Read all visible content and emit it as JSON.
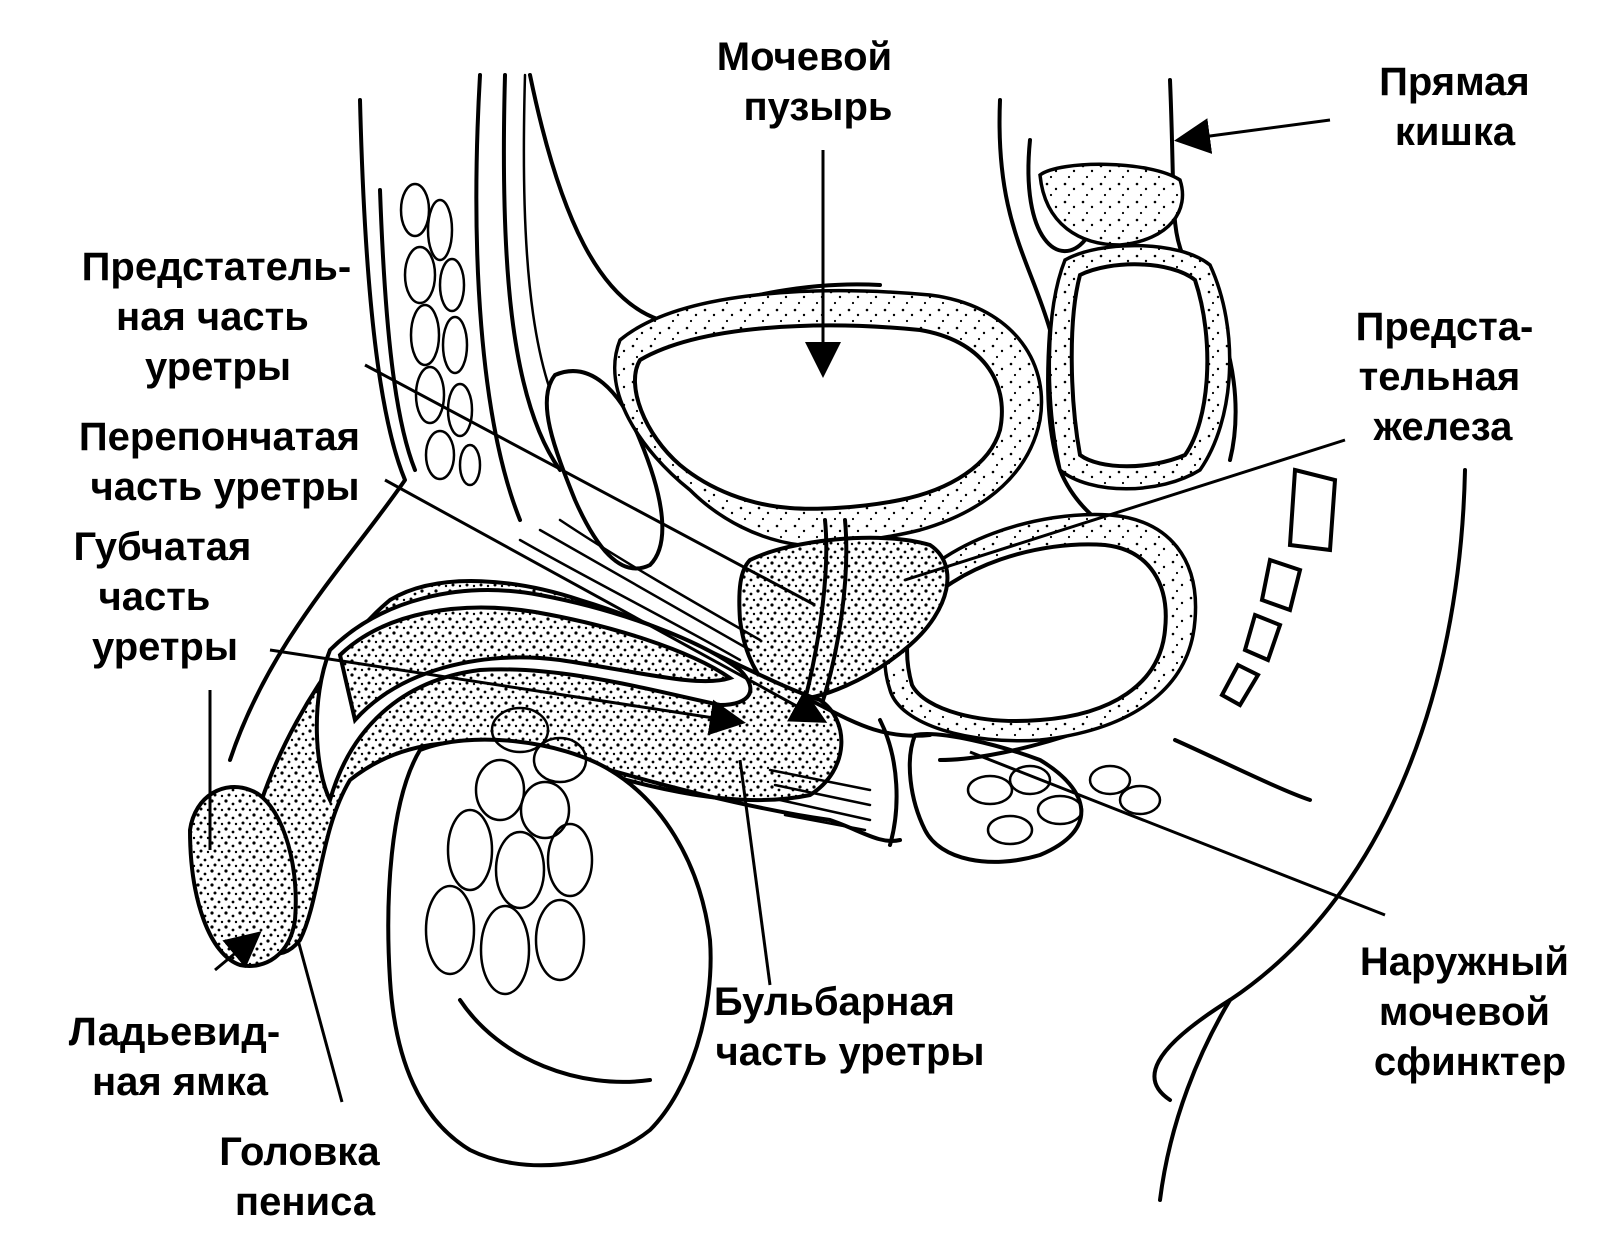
{
  "labels": {
    "bladder": [
      "Мочевой",
      "пузырь"
    ],
    "rectum": [
      "Прямая",
      "кишка"
    ],
    "prostatic_urethra": [
      "Предстатель-",
      "ная часть",
      "уретры"
    ],
    "prostate": [
      "Предста-",
      "тельная",
      "железа"
    ],
    "membranous_urethra": [
      "Перепончатая",
      "часть уретры"
    ],
    "spongy_urethra": [
      "Губчатая",
      "часть",
      "уретры"
    ],
    "navicular_fossa": [
      "Ладьевид-",
      "ная ямка"
    ],
    "glans": [
      "Головка",
      "пениса"
    ],
    "bulbar_urethra": [
      "Бульбарная",
      "часть уретры"
    ],
    "external_sphincter": [
      "Наружный",
      "мочевой",
      "сфинктер"
    ]
  }
}
